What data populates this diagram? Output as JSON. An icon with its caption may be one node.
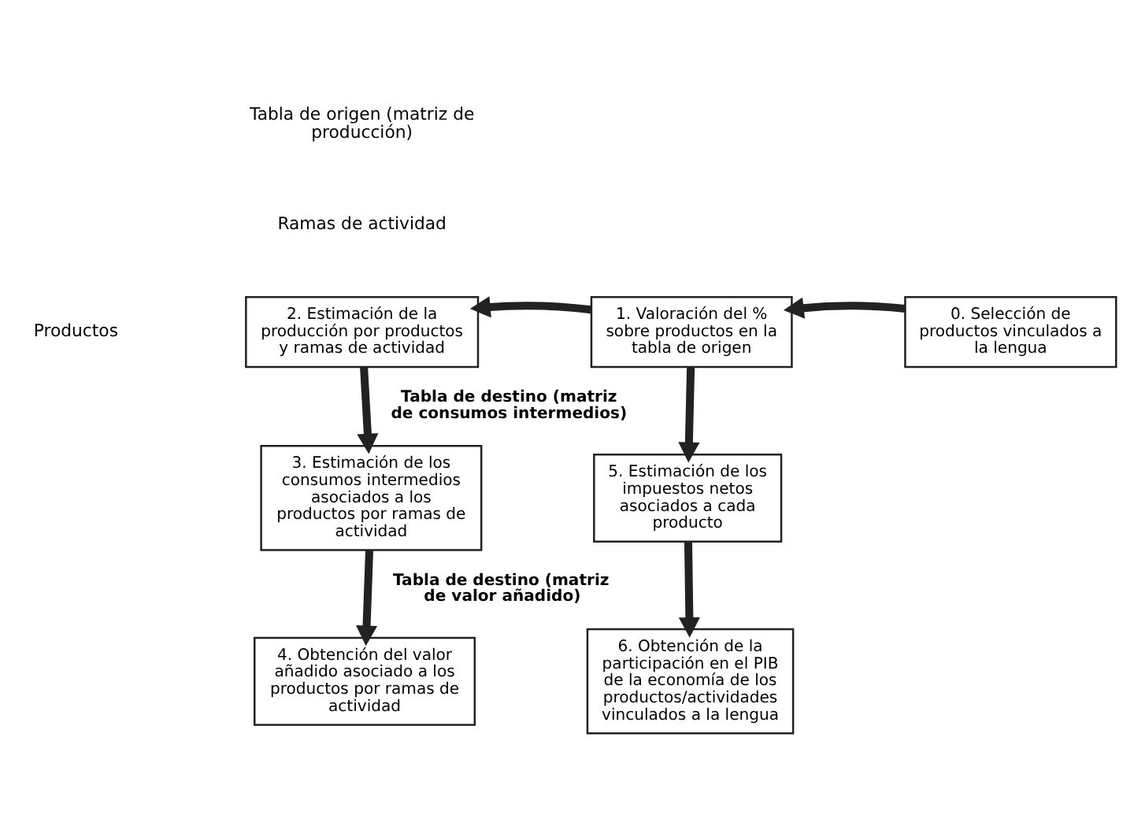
{
  "diagram": {
    "nodes": [
      {
        "text": [
          "2. Estimación de la producción por productos y ramas de actividad"
        ]
      },
      {
        "text": [
          "1. Valoración del % sobre productos en la tabla de origen"
        ]
      },
      {
        "text": [
          "0. Selección de productos vinculados a la lengua"
        ]
      },
      {
        "text": [
          "3. Estimación de los consumos intermedios asociados a los productos por ramas de actividad"
        ]
      },
      {
        "text": [
          "5. Estimación de los impuestos netos asociados a cada producto"
        ]
      },
      {
        "text": [
          "4. Obtención del valor añadido asociado a los productos por ramas de actividad"
        ]
      },
      {
        "text": [
          "6. Obtención de la participación en el PIB de la economía de los productos/actividades vinculados a la lengua"
        ]
      }
    ],
    "edges": [
      {
        "from": 2,
        "to": 1,
        "arrow": "to"
      },
      {
        "from": 1,
        "to": 0,
        "arrow": "to"
      },
      {
        "from": 0,
        "to": 3,
        "arrow": "to",
        "label": "Tabla de destino (matriz de consumos intermedios)"
      },
      {
        "from": 1,
        "to": 4,
        "arrow": "to"
      },
      {
        "from": 3,
        "to": 5,
        "arrow": "to",
        "label": "Tabla de destino (matriz de valor añadido)"
      },
      {
        "from": 4,
        "to": 6,
        "arrow": "to"
      }
    ],
    "labels": [
      "Tabla de origen (matriz de producción)",
      "Ramas de actividad",
      "Productos"
    ]
  }
}
